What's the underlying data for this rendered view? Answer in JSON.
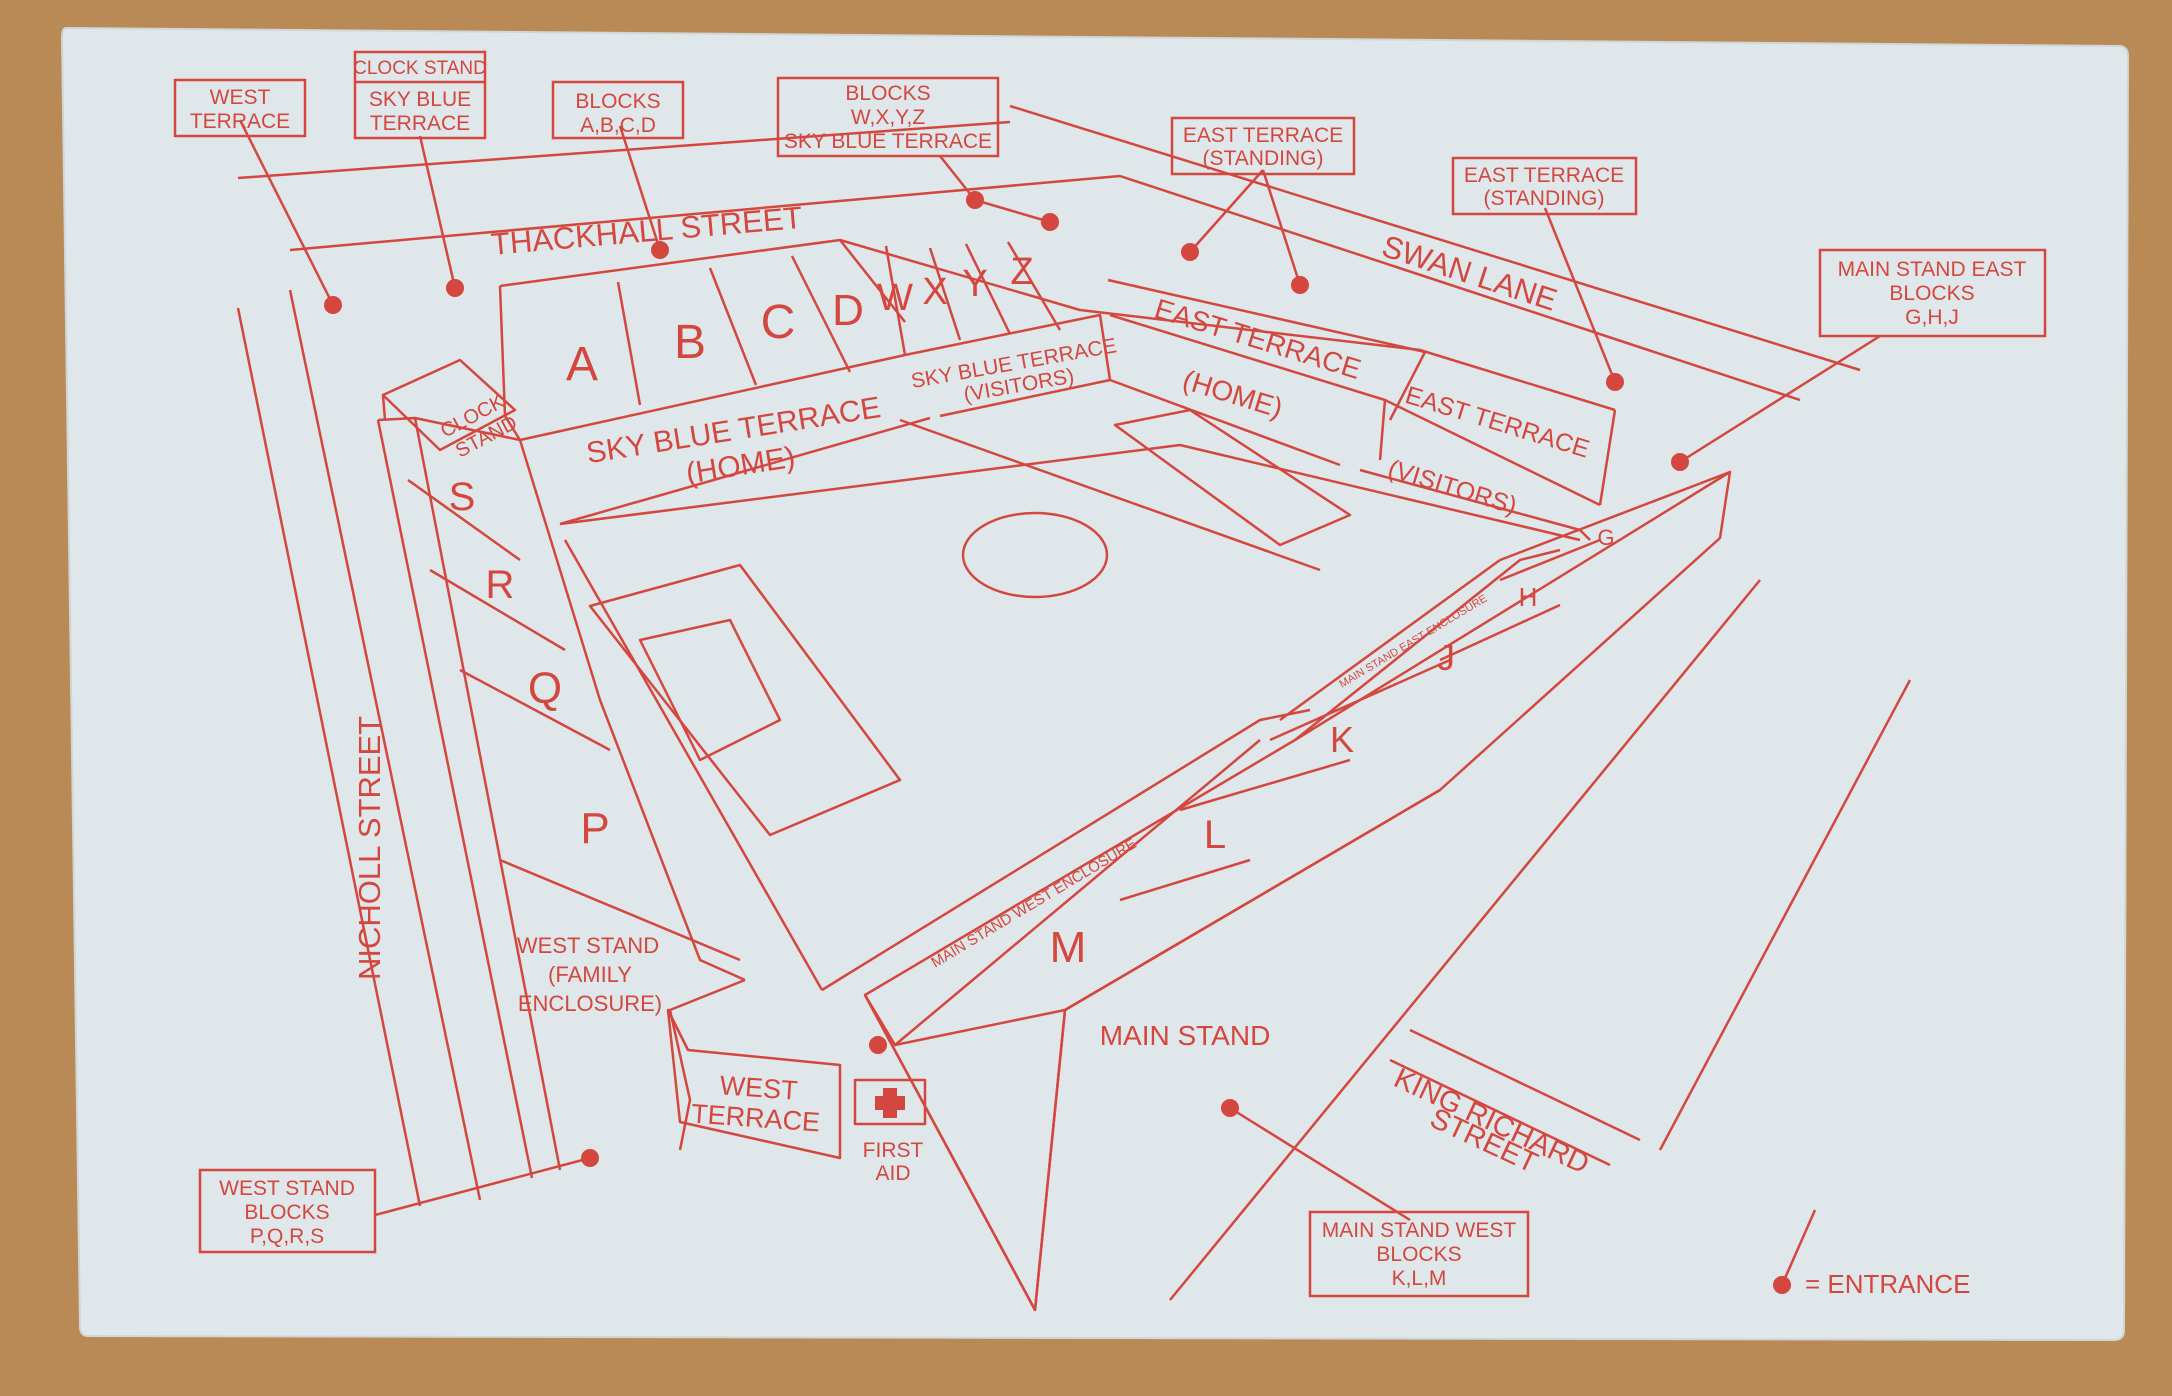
{
  "colors": {
    "ink": "#d4473e",
    "card": "#dfe7ea",
    "table": "#b98a55"
  },
  "callouts": {
    "west_terrace_top": [
      "WEST",
      "TERRACE"
    ],
    "clock_stand": "CLOCK STAND",
    "sky_blue_terrace": [
      "SKY BLUE",
      "TERRACE"
    ],
    "blocks_abcd": [
      "BLOCKS",
      "A,B,C,D"
    ],
    "blocks_wxyz": [
      "BLOCKS",
      "W,X,Y,Z",
      "SKY BLUE TERRACE"
    ],
    "east_terrace_1": [
      "EAST TERRACE",
      "(STANDING)"
    ],
    "east_terrace_2": [
      "EAST TERRACE",
      "(STANDING)"
    ],
    "main_stand_east": [
      "MAIN STAND EAST",
      "BLOCKS",
      "G,H,J"
    ],
    "west_stand_blocks": [
      "WEST STAND",
      "BLOCKS",
      "P,Q,R,S"
    ],
    "main_stand_west": [
      "MAIN STAND WEST",
      "BLOCKS",
      "K,L,M"
    ]
  },
  "streets": {
    "thackhall": "THACKHALL STREET",
    "swan": "SWAN LANE",
    "nicholl": "NICHOLL STREET",
    "king_richard": [
      "KING RICHARD",
      "STREET"
    ]
  },
  "blocks": {
    "north": [
      "A",
      "B",
      "C",
      "D"
    ],
    "north_visitors": [
      "W",
      "X",
      "Y",
      "Z"
    ],
    "west": [
      "S",
      "R",
      "Q",
      "P"
    ],
    "main": [
      "M",
      "L",
      "K",
      "J",
      "H",
      "G"
    ]
  },
  "stands": {
    "clock": [
      "CLOCK",
      "STAND"
    ],
    "sky_blue_home": [
      "SKY BLUE TERRACE",
      "(HOME)"
    ],
    "sky_blue_visitors": [
      "SKY BLUE TERRACE",
      "(VISITORS)"
    ],
    "east_home": [
      "EAST TERRACE",
      "(HOME)"
    ],
    "east_visitors": [
      "EAST TERRACE",
      "(VISITORS)"
    ],
    "west_family": [
      "WEST STAND",
      "(FAMILY",
      "ENCLOSURE)"
    ],
    "west_terrace": [
      "WEST",
      "TERRACE"
    ],
    "main_stand": "MAIN STAND",
    "main_west_enclosure": "MAIN STAND WEST ENCLOSURE",
    "main_east_enclosure": "MAIN STAND EAST ENCLOSURE"
  },
  "first_aid": [
    "FIRST",
    "AID"
  ],
  "legend": "= ENTRANCE"
}
